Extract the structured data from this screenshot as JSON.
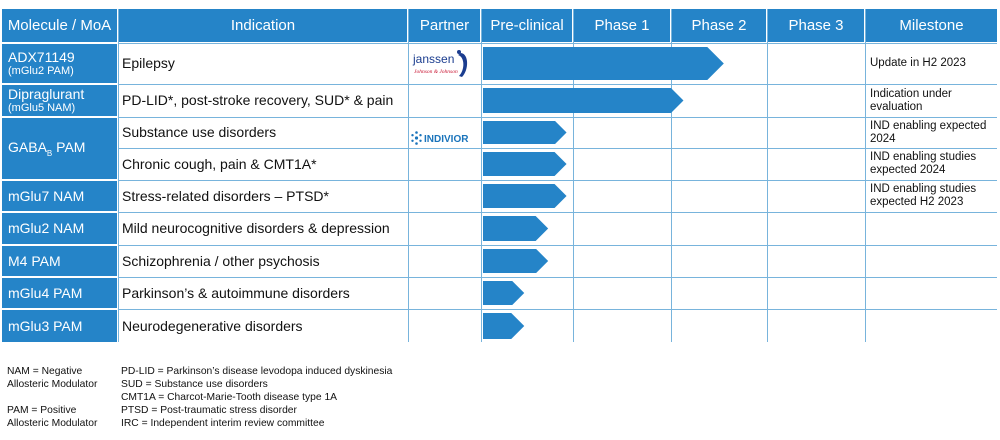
{
  "colors": {
    "header_bg": "#2584c8",
    "grid": "#78b4dc",
    "arrow": "#2584c8"
  },
  "header": {
    "molecule": "Molecule / MoA",
    "indication": "Indication",
    "partner": "Partner",
    "phases": [
      "Pre-clinical",
      "Phase 1",
      "Phase 2",
      "Phase 3"
    ],
    "milestone": "Milestone"
  },
  "partners": {
    "janssen": {
      "name": "janssen",
      "subtext": "Johnson & Johnson",
      "icon": "janssen-logo-icon"
    },
    "indivior": {
      "name": "INDIVIOR",
      "icon": "indivior-logo-icon"
    }
  },
  "programs": [
    {
      "molecule": "ADX71149",
      "molecule_sub": "(mGlu2 PAM)",
      "indication": "Epilepsy",
      "partner": "janssen",
      "progress": 2.55,
      "milestone": "Update in H2 2023"
    },
    {
      "molecule": "Dipraglurant",
      "molecule_sub": "(mGlu5 NAM)",
      "indication": "PD-LID*, post-stroke recovery, SUD* & pain",
      "partner": "",
      "progress": 2.13,
      "milestone": "Indication under evaluation"
    },
    {
      "molecule": "GABA",
      "molecule_subscript": "B",
      "molecule_suffix": " PAM",
      "indication": "Substance use disorders",
      "partner": "indivior",
      "progress": 0.93,
      "milestone": "IND enabling expected 2024"
    },
    {
      "indication": "Chronic cough, pain & CMT1A*",
      "partner": "",
      "progress": 0.93,
      "milestone": "IND enabling studies expected 2024"
    },
    {
      "molecule": "mGlu7 NAM",
      "indication": "Stress-related disorders – PTSD*",
      "partner": "",
      "progress": 0.93,
      "milestone": "IND enabling studies expected H2 2023"
    },
    {
      "molecule": "mGlu2 NAM",
      "indication": "Mild neurocognitive disorders & depression",
      "partner": "",
      "progress": 0.73,
      "milestone": ""
    },
    {
      "molecule": "M4 PAM",
      "indication": "Schizophrenia  / other psychosis",
      "partner": "",
      "progress": 0.73,
      "milestone": ""
    },
    {
      "molecule": "mGlu4 PAM",
      "indication": "Parkinson’s & autoimmune disorders",
      "partner": "",
      "progress": 0.47,
      "milestone": ""
    },
    {
      "molecule": "mGlu3 PAM",
      "indication": "Neurodegenerative disorders",
      "partner": "",
      "progress": 0.47,
      "milestone": ""
    }
  ],
  "footnotes": {
    "col1": [
      "NAM = Negative",
      "Allosteric Modulator",
      "",
      "PAM = Positive",
      "Allosteric Modulator"
    ],
    "col2": [
      "PD-LID = Parkinson’s disease levodopa induced dyskinesia",
      "SUD = Substance use disorders",
      "CMT1A = Charcot-Marie-Tooth disease type 1A",
      "PTSD = Post-traumatic stress disorder",
      "IRC = Independent interim review committee"
    ]
  }
}
